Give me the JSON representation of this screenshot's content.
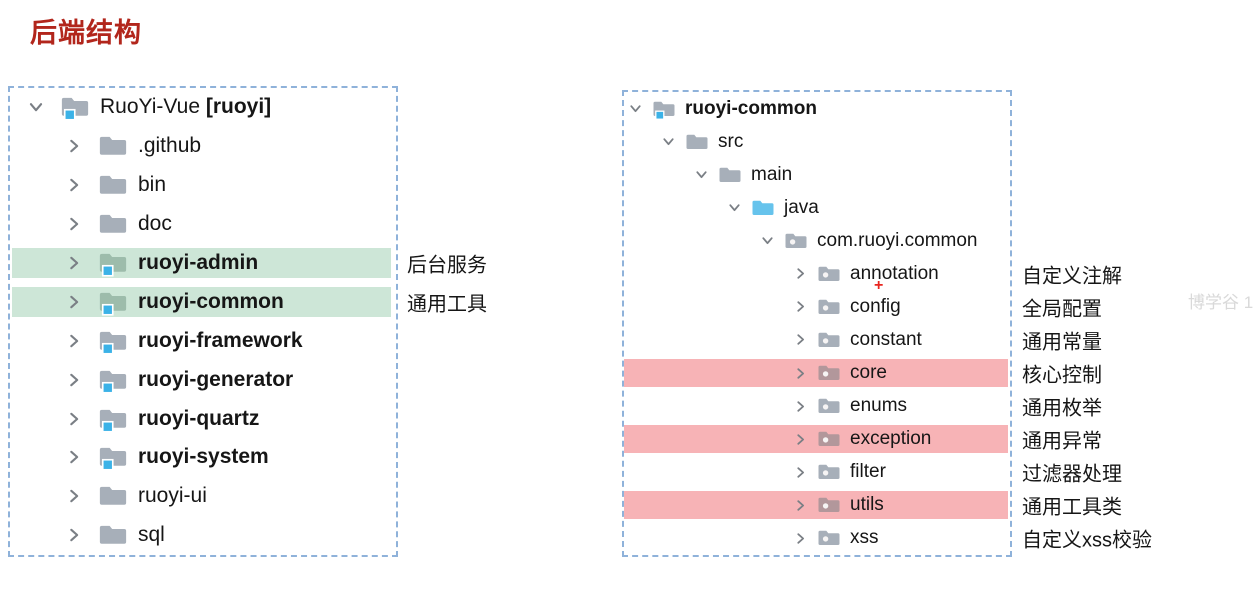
{
  "page": {
    "title": "后端结构",
    "watermark": "博学谷 1",
    "cursor_plus": "+"
  },
  "colors": {
    "title_red": "#b2261c",
    "border_blue": "#8fb2da",
    "green_highlight": "#cde6d7",
    "pink_highlight": "#f7b3b6",
    "folder_gray": "#a7afb9",
    "folder_green_tint": "#9dbcab",
    "folder_pink_tint": "#b2979b",
    "module_square_blue": "#3bb2e7",
    "java_folder_blue": "#66c3ec",
    "package_dot": "#f6f4f4",
    "chevron_gray": "#7a7f85",
    "text_dark": "#161616",
    "watermark_gray": "#d9d9d9",
    "cursor_red": "#e8251f"
  },
  "left_panel": {
    "items": [
      {
        "label": "RuoYi-Vue",
        "suffix": "[ruoyi]",
        "level": 0,
        "expanded": true,
        "icon": "module-folder",
        "bold": false
      },
      {
        "label": ".github",
        "level": 1,
        "expanded": false,
        "icon": "folder",
        "bold": false
      },
      {
        "label": "bin",
        "level": 1,
        "expanded": false,
        "icon": "folder",
        "bold": false
      },
      {
        "label": "doc",
        "level": 1,
        "expanded": false,
        "icon": "folder",
        "bold": false
      },
      {
        "label": "ruoyi-admin",
        "level": 1,
        "expanded": false,
        "icon": "module-folder",
        "bold": true,
        "highlight": "green",
        "annotation": "后台服务"
      },
      {
        "label": "ruoyi-common",
        "level": 1,
        "expanded": false,
        "icon": "module-folder",
        "bold": true,
        "highlight": "green",
        "annotation": "通用工具"
      },
      {
        "label": "ruoyi-framework",
        "level": 1,
        "expanded": false,
        "icon": "module-folder",
        "bold": true
      },
      {
        "label": "ruoyi-generator",
        "level": 1,
        "expanded": false,
        "icon": "module-folder",
        "bold": true
      },
      {
        "label": "ruoyi-quartz",
        "level": 1,
        "expanded": false,
        "icon": "module-folder",
        "bold": true
      },
      {
        "label": "ruoyi-system",
        "level": 1,
        "expanded": false,
        "icon": "module-folder",
        "bold": true
      },
      {
        "label": "ruoyi-ui",
        "level": 1,
        "expanded": false,
        "icon": "folder",
        "bold": false
      },
      {
        "label": "sql",
        "level": 1,
        "expanded": false,
        "icon": "folder",
        "bold": false
      }
    ]
  },
  "right_panel": {
    "items": [
      {
        "label": "ruoyi-common",
        "level": 0,
        "expanded": true,
        "icon": "module-folder",
        "bold": true
      },
      {
        "label": "src",
        "level": 1,
        "expanded": true,
        "icon": "folder",
        "bold": false
      },
      {
        "label": "main",
        "level": 2,
        "expanded": true,
        "icon": "folder",
        "bold": false
      },
      {
        "label": "java",
        "level": 3,
        "expanded": true,
        "icon": "java-folder",
        "bold": false
      },
      {
        "label": "com.ruoyi.common",
        "level": 4,
        "expanded": true,
        "icon": "package",
        "bold": false
      },
      {
        "label": "annotation",
        "level": 5,
        "expanded": false,
        "icon": "package",
        "bold": false,
        "annotation": "自定义注解"
      },
      {
        "label": "config",
        "level": 5,
        "expanded": false,
        "icon": "package",
        "bold": false,
        "annotation": "全局配置"
      },
      {
        "label": "constant",
        "level": 5,
        "expanded": false,
        "icon": "package",
        "bold": false,
        "annotation": "通用常量"
      },
      {
        "label": "core",
        "level": 5,
        "expanded": false,
        "icon": "package",
        "bold": false,
        "highlight": "pink",
        "annotation": "核心控制"
      },
      {
        "label": "enums",
        "level": 5,
        "expanded": false,
        "icon": "package",
        "bold": false,
        "annotation": "通用枚举"
      },
      {
        "label": "exception",
        "level": 5,
        "expanded": false,
        "icon": "package",
        "bold": false,
        "highlight": "pink",
        "annotation": "通用异常"
      },
      {
        "label": "filter",
        "level": 5,
        "expanded": false,
        "icon": "package",
        "bold": false,
        "annotation": "过滤器处理"
      },
      {
        "label": "utils",
        "level": 5,
        "expanded": false,
        "icon": "package",
        "bold": false,
        "highlight": "pink",
        "annotation": "通用工具类"
      },
      {
        "label": "xss",
        "level": 5,
        "expanded": false,
        "icon": "package",
        "bold": false,
        "annotation": "自定义xss校验"
      }
    ]
  }
}
